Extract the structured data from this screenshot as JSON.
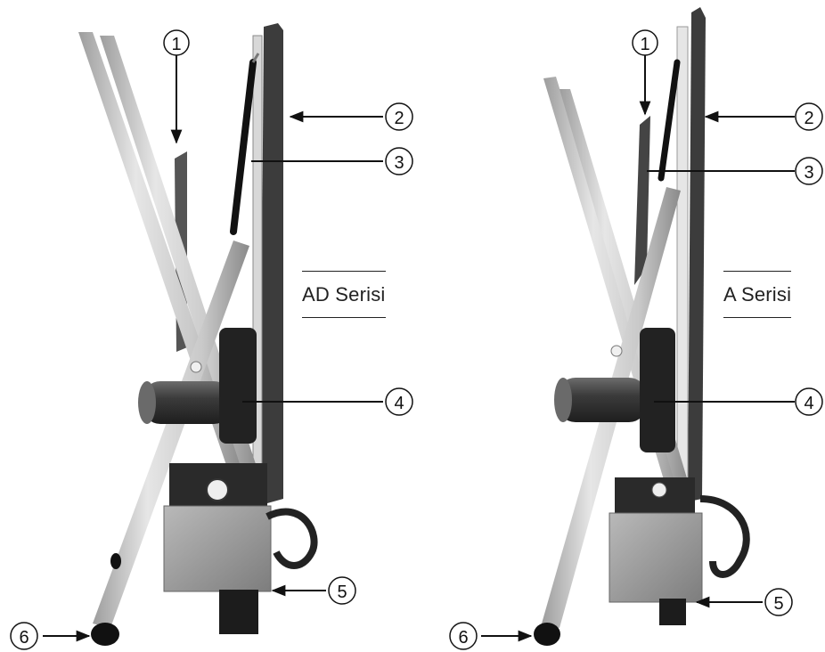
{
  "machines": [
    {
      "id": "left",
      "series_label": "AD Serisi",
      "callouts": [
        "1",
        "2",
        "3",
        "4",
        "5",
        "6"
      ]
    },
    {
      "id": "right",
      "series_label": "A Serisi",
      "callouts": [
        "1",
        "2",
        "3",
        "4",
        "5",
        "6"
      ]
    }
  ],
  "colors": {
    "frame_tube": "#cfcfcf",
    "panel_dark": "#3a3a3a",
    "motor": "#5a5a5a",
    "housing": "#9a9a9a",
    "ink": "#111111"
  }
}
